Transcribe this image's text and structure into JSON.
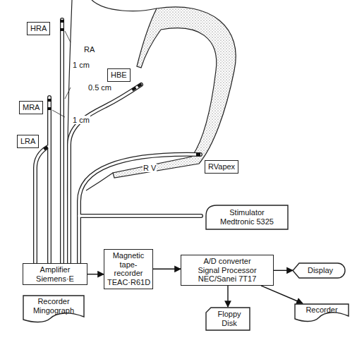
{
  "diagram": {
    "nodes": [
      {
        "text": [
          "HRA"
        ]
      },
      {
        "text": [
          "HBE"
        ]
      },
      {
        "text": [
          "MRA"
        ]
      },
      {
        "text": [
          "LRA"
        ]
      },
      {
        "text": [
          "RVapex"
        ]
      },
      {
        "text": [
          "Stimulator",
          "Medtronic 5325"
        ]
      },
      {
        "text": [
          "Amplifier",
          "Siemens·E"
        ]
      },
      {
        "text": [
          "Magnetic tape-recorder",
          "TEAC·R61D"
        ]
      },
      {
        "text": [
          "A/D converter",
          "Signal Processor",
          "NEC/Sanei 7T17"
        ]
      },
      {
        "text": [
          "Display"
        ]
      },
      {
        "text": [
          "Recorder",
          "Mingograph"
        ]
      },
      {
        "text": [
          "Floppy Disk"
        ]
      },
      {
        "text": [
          "Recorder"
        ]
      }
    ],
    "edges": [
      {
        "from": 6,
        "to": 7,
        "arrow": "to"
      },
      {
        "from": 7,
        "to": 8,
        "arrow": "to"
      },
      {
        "from": 8,
        "to": 9,
        "arrow": "to"
      },
      {
        "from": 8,
        "to": 11,
        "arrow": "to"
      },
      {
        "from": 8,
        "to": 12,
        "arrow": "to"
      }
    ],
    "labels": [
      "RA",
      "1 cm",
      "1 cm",
      "0.5 cm",
      "R V"
    ]
  }
}
